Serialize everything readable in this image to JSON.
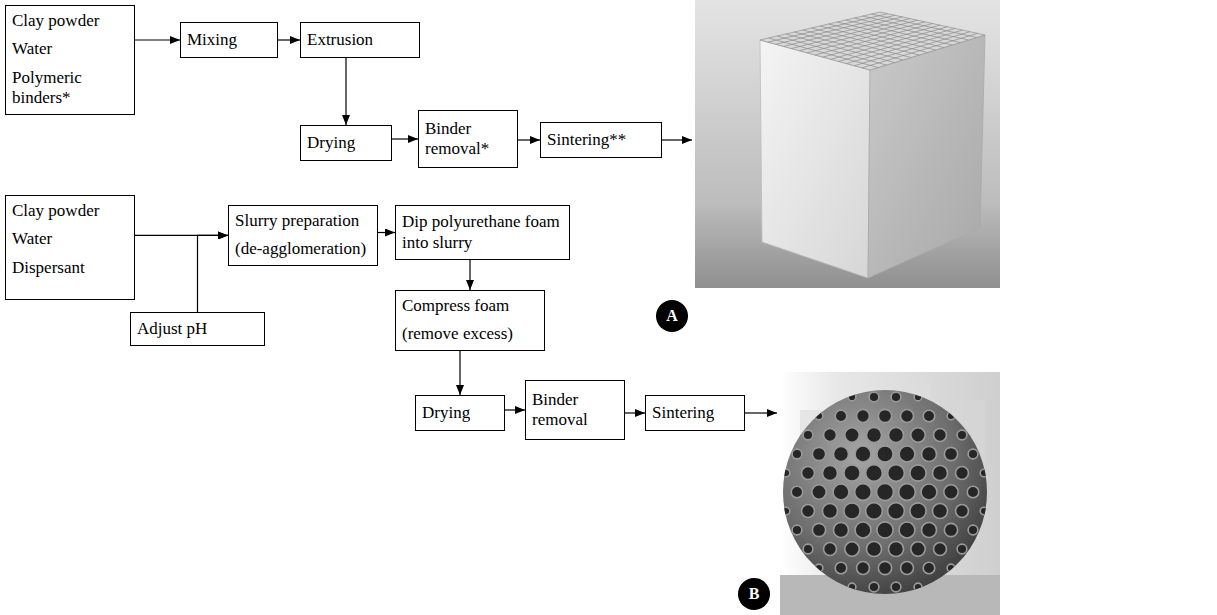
{
  "diagram": {
    "nodes": [
      {
        "text": [
          "Clay powder",
          "Water",
          "Polymeric binders*"
        ]
      },
      {
        "text": [
          "Mixing"
        ]
      },
      {
        "text": [
          "Extrusion"
        ]
      },
      {
        "text": [
          "Drying"
        ]
      },
      {
        "text": [
          "Binder removal*"
        ]
      },
      {
        "text": [
          "Sintering**"
        ]
      },
      {
        "text": [
          "A"
        ]
      },
      {
        "text": [
          "Clay powder",
          "Water",
          "Dispersant"
        ]
      },
      {
        "text": [
          "Slurry preparation",
          "(de-agglomeration)"
        ]
      },
      {
        "text": [
          "Adjust pH"
        ]
      },
      {
        "text": [
          "Dip polyurethane foam into slurry"
        ]
      },
      {
        "text": [
          "Compress foam",
          "(remove excess)"
        ]
      },
      {
        "text": [
          "Drying"
        ]
      },
      {
        "text": [
          "Binder removal"
        ]
      },
      {
        "text": [
          "Sintering"
        ]
      },
      {
        "text": [
          "B"
        ]
      }
    ],
    "edges": [
      {
        "from": 0,
        "to": 1,
        "arrow": "to"
      },
      {
        "from": 1,
        "to": 2,
        "arrow": "to"
      },
      {
        "from": 2,
        "to": 3,
        "arrow": "to"
      },
      {
        "from": 3,
        "to": 4,
        "arrow": "to"
      },
      {
        "from": 4,
        "to": 5,
        "arrow": "to"
      },
      {
        "from": 7,
        "to": 8,
        "arrow": "to"
      },
      {
        "from": 9,
        "to": 8,
        "arrow": "to"
      },
      {
        "from": 8,
        "to": 10,
        "arrow": "to"
      },
      {
        "from": 10,
        "to": 11,
        "arrow": "to"
      },
      {
        "from": 11,
        "to": 12,
        "arrow": "to"
      },
      {
        "from": 12,
        "to": 13,
        "arrow": "to"
      },
      {
        "from": 13,
        "to": 14,
        "arrow": "to"
      }
    ]
  }
}
